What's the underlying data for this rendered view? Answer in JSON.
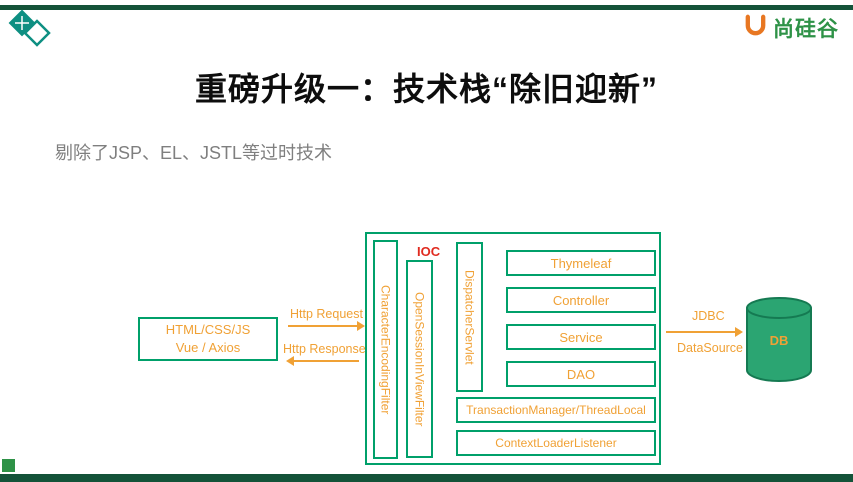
{
  "brand": {
    "name": "尚硅谷"
  },
  "slide": {
    "title": "重磅升级一：技术栈“除旧迎新”",
    "subtitle": "剔除了JSP、EL、JSTL等过时技术"
  },
  "diagram": {
    "client": {
      "line1": "HTML/CSS/JS",
      "line2": "Vue / Axios"
    },
    "http_request": "Http Request",
    "http_response": "Http Response",
    "ioc": "IOC",
    "filter1": "CharacterEncodingFilter",
    "filter2": "OpenSessionInViewFilter",
    "servlet": "DispatcherServlet",
    "layers": [
      "Thymeleaf",
      "Controller",
      "Service",
      "DAO"
    ],
    "transaction": "TransactionManager/ThreadLocal",
    "context": "ContextLoaderListener",
    "jdbc": "JDBC",
    "datasource": "DataSource",
    "db": "DB"
  },
  "colors": {
    "box_green": "#00a06a",
    "text_orange": "#f0a135",
    "ioc_red": "#e02b20",
    "bar_dark_green": "#145339",
    "brand_green": "#2e9247",
    "subtitle_gray": "#7f7f7f"
  }
}
